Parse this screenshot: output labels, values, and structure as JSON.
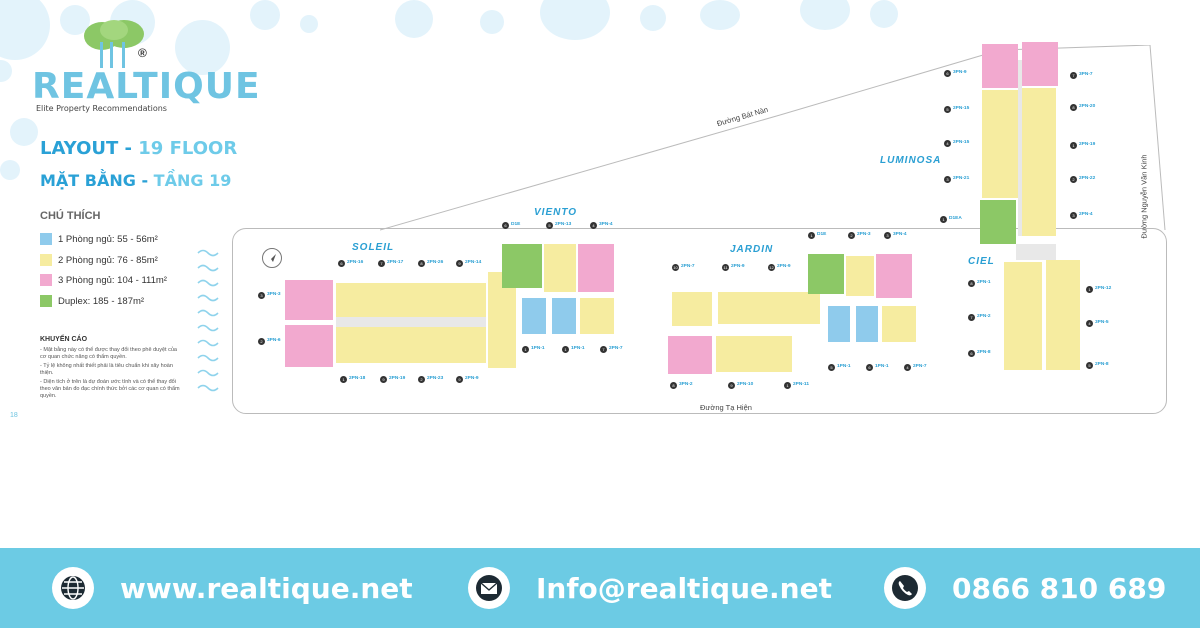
{
  "brand": {
    "name": "REALTIQUE",
    "registered": "®",
    "tagline": "Elite Property Recommendations"
  },
  "titles": {
    "en_prefix": "LAYOUT -",
    "en_suffix": " 19 FLOOR",
    "vi_prefix": "MẶT BẰNG -",
    "vi_suffix": " TẦNG 19"
  },
  "legend": {
    "title": "CHÚ THÍCH",
    "items": [
      {
        "label": "1 Phòng ngủ: 55 - 56m²",
        "color": "#8fcbec"
      },
      {
        "label": "2 Phòng ngủ: 76 - 85m²",
        "color": "#f6eca0"
      },
      {
        "label": "3 Phòng ngủ: 104 - 111m²",
        "color": "#f2a9cf"
      },
      {
        "label": "Duplex: 185 - 187m²",
        "color": "#8cc866"
      }
    ]
  },
  "notes": {
    "title": "KHUYẾN CÁO",
    "items": [
      "- Mặt bằng này có thể được thay đổi theo phê duyệt của cơ quan chức năng có thẩm quyền.",
      "- Tỷ lệ không nhất thiết phải là tiêu chuẩn khi xây hoàn thiện.",
      "- Diện tích ở trên là dự đoán ước tính và có thể thay đổi theo văn bản đo đạc chính thức bởi các cơ quan có thẩm quyền."
    ]
  },
  "page_number": "18",
  "roads": {
    "top": "Đường Bát Nàn",
    "bottom": "Đường Tạ Hiện",
    "right": "Đường Nguyễn Văn Kinh"
  },
  "blocks": [
    "SOLEIL",
    "VIENTO",
    "JARDIN",
    "LUMINOSA",
    "CIEL"
  ],
  "unit_tags": [
    {
      "num": "6",
      "name": "2PN-16"
    },
    {
      "num": "7",
      "name": "2PN-17"
    },
    {
      "num": "8",
      "name": "2PN-26"
    },
    {
      "num": "9",
      "name": "2PN-14"
    },
    {
      "num": "3",
      "name": "3PN-3"
    },
    {
      "num": "2",
      "name": "3PN-6"
    },
    {
      "num": "1",
      "name": "2PN-18"
    },
    {
      "num": "9",
      "name": "2PN-19"
    },
    {
      "num": "2",
      "name": "2PN-23"
    },
    {
      "num": "9",
      "name": "2PN-9"
    },
    {
      "num": "6",
      "name": "D1E"
    },
    {
      "num": "5",
      "name": "2PN-13"
    },
    {
      "num": "4",
      "name": "3PN-4"
    },
    {
      "num": "1",
      "name": "1PN-1"
    },
    {
      "num": "1",
      "name": "1PN-1"
    },
    {
      "num": "7",
      "name": "2PN-7"
    },
    {
      "num": "10",
      "name": "2PN-7"
    },
    {
      "num": "11",
      "name": "2PN-9"
    },
    {
      "num": "12",
      "name": "2PN-9"
    },
    {
      "num": "1",
      "name": "D1E"
    },
    {
      "num": "2",
      "name": "2PN-3"
    },
    {
      "num": "3",
      "name": "3PN-4"
    },
    {
      "num": "8",
      "name": "3PN-2"
    },
    {
      "num": "9",
      "name": "2PN-10"
    },
    {
      "num": "1",
      "name": "2PN-11"
    },
    {
      "num": "5",
      "name": "1PN-1"
    },
    {
      "num": "6",
      "name": "1PN-1"
    },
    {
      "num": "4",
      "name": "2PN-7"
    },
    {
      "num": "6",
      "name": "3PN-9"
    },
    {
      "num": "5",
      "name": "2PN-15"
    },
    {
      "num": "4",
      "name": "2PN-15"
    },
    {
      "num": "3",
      "name": "2PN-21"
    },
    {
      "num": "1",
      "name": "D1EA"
    },
    {
      "num": "7",
      "name": "3PN-7"
    },
    {
      "num": "8",
      "name": "2PN-20"
    },
    {
      "num": "1",
      "name": "2PN-19"
    },
    {
      "num": "2",
      "name": "2PN-22"
    },
    {
      "num": "3",
      "name": "2PN-4"
    },
    {
      "num": "8",
      "name": "2PN-1"
    },
    {
      "num": "7",
      "name": "2PN-2"
    },
    {
      "num": "6",
      "name": "2PN-8"
    },
    {
      "num": "1",
      "name": "2PN-12"
    },
    {
      "num": "4",
      "name": "3PN-5"
    },
    {
      "num": "5",
      "name": "2PN-8"
    }
  ],
  "footer": {
    "website": "www.realtique.net",
    "email": "Info@realtique.net",
    "phone": "0866 810 689"
  },
  "colors": {
    "accent": "#2aa1d6",
    "footer_bg": "#6ccbe4"
  }
}
